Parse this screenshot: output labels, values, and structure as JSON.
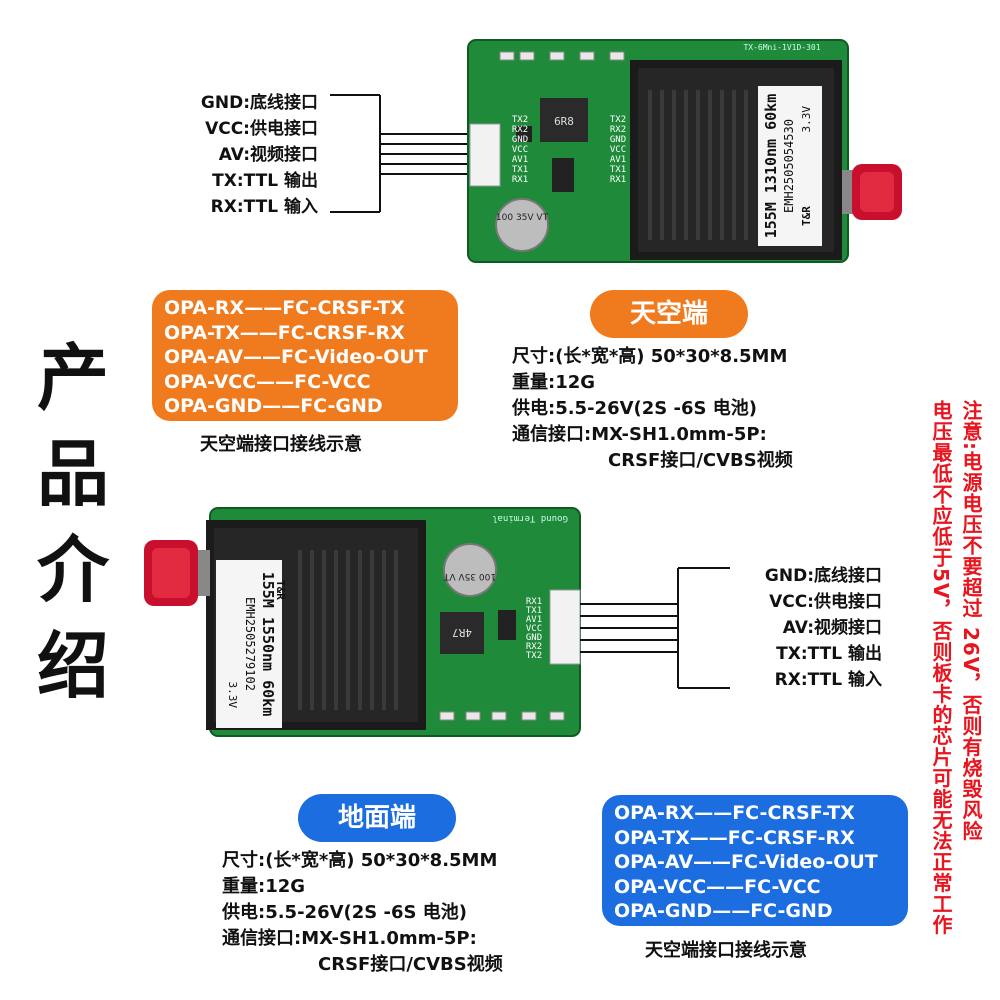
{
  "page_title": "产品介绍",
  "air": {
    "badge": "天空端",
    "pins": [
      "GND:底线接口",
      "VCC:供电接口",
      "AV:视频接口",
      "TX:TTL 输出",
      "RX:TTL 输入"
    ],
    "wiring": [
      "OPA-RX——FC-CRSF-TX",
      "OPA-TX——FC-CRSF-RX",
      "OPA-AV——FC-Video-OUT",
      "OPA-VCC——FC-VCC",
      "OPA-GND——FC-GND"
    ],
    "wiring_caption": "天空端接口接线示意",
    "specs": [
      "尺寸:(长*宽*高) 50*30*8.5MM",
      "重量:12G",
      "供电:5.5-26V(2S -6S 电池)",
      "通信接口:MX-SH1.0mm-5P:",
      "CRSF接口/CVBS视频"
    ],
    "board": {
      "silk_top": "TX-6Mni-1V1D-301",
      "pin_silk": [
        "TX2",
        "RX2",
        "GND",
        "VCC",
        "AV1",
        "TX1",
        "RX1"
      ],
      "module_line1": "155M 1310nm 60km",
      "module_line2": "EMH2505054530",
      "module_brand": "T&R",
      "module_voltage": "3.3V",
      "cap_text": "100 35V VT",
      "inductor_text": "6R8"
    }
  },
  "ground": {
    "badge": "地面端",
    "pins": [
      "GND:底线接口",
      "VCC:供电接口",
      "AV:视频接口",
      "TX:TTL 输出",
      "RX:TTL 输入"
    ],
    "wiring": [
      "OPA-RX——FC-CRSF-TX",
      "OPA-TX——FC-CRSF-RX",
      "OPA-AV——FC-Video-OUT",
      "OPA-VCC——FC-VCC",
      "OPA-GND——FC-GND"
    ],
    "wiring_caption": "天空端接口接线示意",
    "specs": [
      "尺寸:(长*宽*高) 50*30*8.5MM",
      "重量:12G",
      "供电:5.5-26V(2S -6S 电池)",
      "通信接口:MX-SH1.0mm-5P:",
      "CRSF接口/CVBS视频"
    ],
    "board": {
      "silk_top": "Gound Terminal",
      "pin_silk": [
        "RX1",
        "TX1",
        "AV1",
        "VCC",
        "GND",
        "RX2",
        "TX2"
      ],
      "module_line1": "155M 1550nm 60km",
      "module_line2": "EMH2505279102",
      "module_brand": "T&R",
      "module_voltage": "3.3V",
      "cap_text": "100 35V VT",
      "inductor_text": "4R7"
    }
  },
  "notes": [
    "注意:电源电压不要超过 26V，否则有烧毁风险",
    "电压最低不应低于5V，否则板卡的芯片可能无法正常工作"
  ],
  "colors": {
    "orange": "#f07a1e",
    "blue": "#1b6de0",
    "warning_red": "#e8141e",
    "pcb_green": "#1f8a3a"
  }
}
